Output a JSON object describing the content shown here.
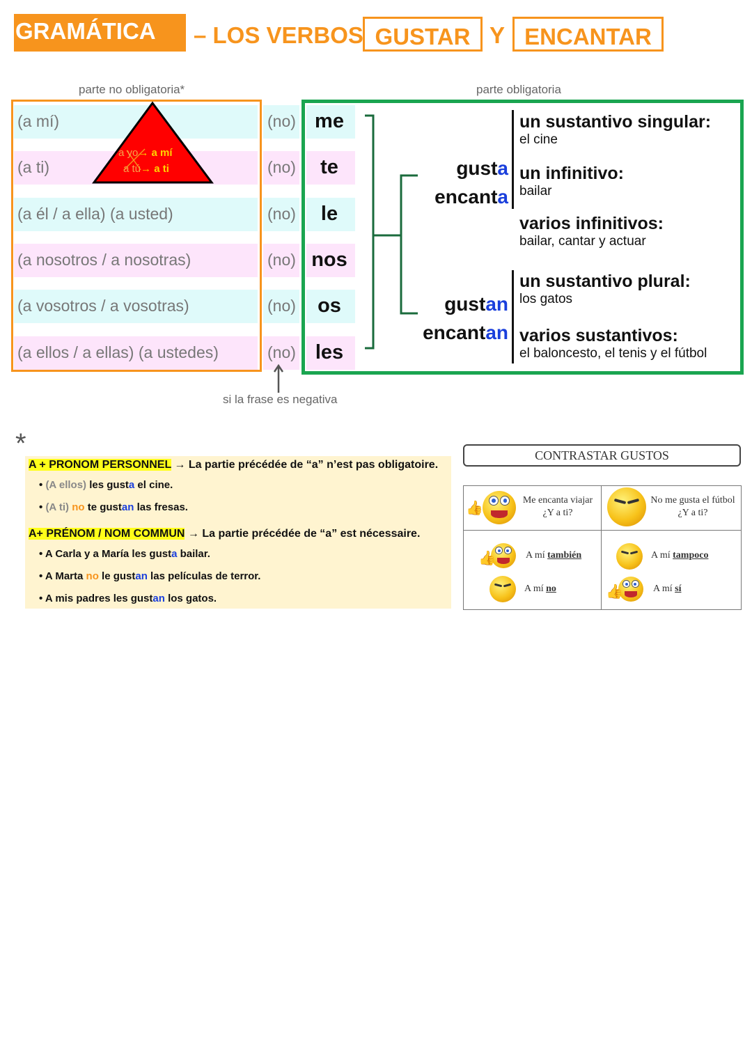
{
  "title": {
    "badge": "GRAMÁTICA",
    "text": "– LOS VERBOS",
    "word1": "GUSTAR",
    "joiner": "Y",
    "word2": "ENCANTAR"
  },
  "labels": {
    "optional": "parte no obligatoria*",
    "mandatory": "parte obligatoria",
    "negative": "si la frase es negativa"
  },
  "triangle": {
    "line1_struck": "a yo",
    "line1_correct": "a mí",
    "line2_struck": "a tú",
    "line2_correct": "a ti",
    "arrow": "→"
  },
  "rows": [
    {
      "prep": "(a mí)",
      "neg": "(no)",
      "pronoun": "me"
    },
    {
      "prep": "(a ti)",
      "neg": "(no)",
      "pronoun": "te"
    },
    {
      "prep": "(a él / a ella)  (a usted)",
      "neg": "(no)",
      "pronoun": "le"
    },
    {
      "prep": "(a nosotros / a nosotras)",
      "neg": "(no)",
      "pronoun": "nos"
    },
    {
      "prep": "(a vosotros / a vosotras)",
      "neg": "(no)",
      "pronoun": "os"
    },
    {
      "prep": "(a ellos / a ellas)  (a ustedes)",
      "neg": "(no)",
      "pronoun": "les"
    }
  ],
  "verbs": {
    "singular": [
      {
        "stem": "gust",
        "suffix": "a"
      },
      {
        "stem": "encant",
        "suffix": "a"
      }
    ],
    "plural": [
      {
        "stem": "gust",
        "suffix": "an"
      },
      {
        "stem": "encant",
        "suffix": "an"
      }
    ]
  },
  "complements": [
    {
      "head": "un sustantivo singular:",
      "example": "el cine"
    },
    {
      "head": "un infinitivo:",
      "example": "bailar"
    },
    {
      "head": "varios infinitivos:",
      "example": "bailar, cantar y actuar"
    },
    {
      "head": "un sustantivo plural:",
      "example": "los gatos"
    },
    {
      "head": "varios sustantivos:",
      "example": "el baloncesto, el tenis y el fútbol"
    }
  ],
  "asterisk": "*",
  "note": {
    "h1": "A + PRONOM PERSONNEL",
    "h1_text": " → La partie précédée de “a” n’est pas obligatoire.",
    "ex1": {
      "a": "(A ellos)",
      "b": " les gust",
      "c": "a",
      "d": " el cine."
    },
    "ex2": {
      "a": "(A ti)",
      "b": " no",
      "c": " te gust",
      "d": "an",
      "e": " las fresas."
    },
    "h2": "A+ PRÉNOM / NOM COMMUN",
    "h2_text": " → La partie précédée de “a” est nécessaire.",
    "ex3": {
      "a": "A Carla y a María les gust",
      "b": "a",
      "c": " bailar."
    },
    "ex4": {
      "a": "A Marta",
      "b": " no",
      "c": " le gust",
      "d": "an",
      "e": " las películas de terror."
    },
    "ex5": {
      "a": "A mis padres les gust",
      "b": "an",
      "c": " los gatos."
    },
    "bullet": "•"
  },
  "contrast": {
    "title": "CONTRASTAR GUSTOS",
    "q1": "Me encanta viajar",
    "q1b": "¿Y a ti?",
    "q2": "No me gusta el fútbol",
    "q2b": "¿Y a ti?",
    "a1": "A mí ",
    "a1u": "también",
    "a2": "A mí ",
    "a2u": "no",
    "a3": "A mí ",
    "a3u": "tampoco",
    "a4": "A mí ",
    "a4u": "sí"
  }
}
